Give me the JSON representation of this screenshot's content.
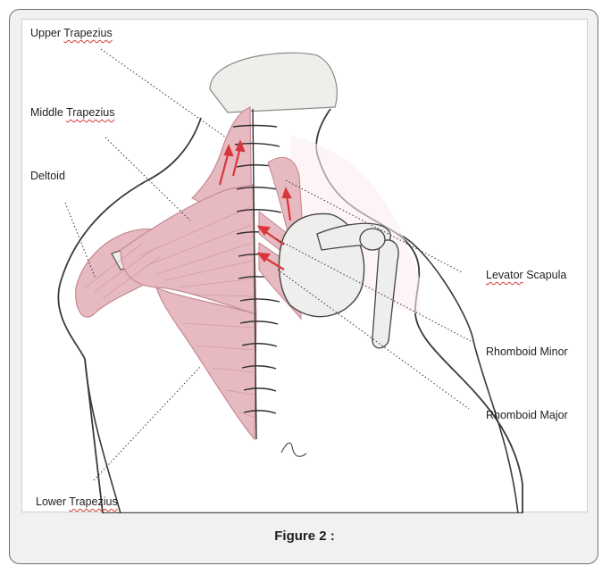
{
  "labels": {
    "upper_trapezius": {
      "prefix": "Upper",
      "squiggle": "Trapezius",
      "suffix": ""
    },
    "middle_trapezius": {
      "prefix": "Middle",
      "squiggle": "Trapezius",
      "suffix": ""
    },
    "deltoid": {
      "prefix": "Deltoid",
      "squiggle": "",
      "suffix": ""
    },
    "levator_scapula": {
      "prefix": "",
      "squiggle": "Levator",
      "suffix": "Scapula"
    },
    "rhomboid_minor": {
      "prefix": "Rhomboid Minor",
      "squiggle": "",
      "suffix": ""
    },
    "rhomboid_major": {
      "prefix": "Rhomboid Major",
      "squiggle": "",
      "suffix": ""
    },
    "lower_trapezius": {
      "prefix": "Lower",
      "squiggle": "Trapezius",
      "suffix": ""
    }
  },
  "caption": "Figure 2 :",
  "colors": {
    "muscle_fill": "#e7b9c0",
    "muscle_stroke": "#c48a93",
    "arrow": "#d8363b",
    "bone_fill": "#eeeeec",
    "outline": "#3a3a3a",
    "leader_line": "#333333",
    "card_bg": "#f1f1f1"
  }
}
